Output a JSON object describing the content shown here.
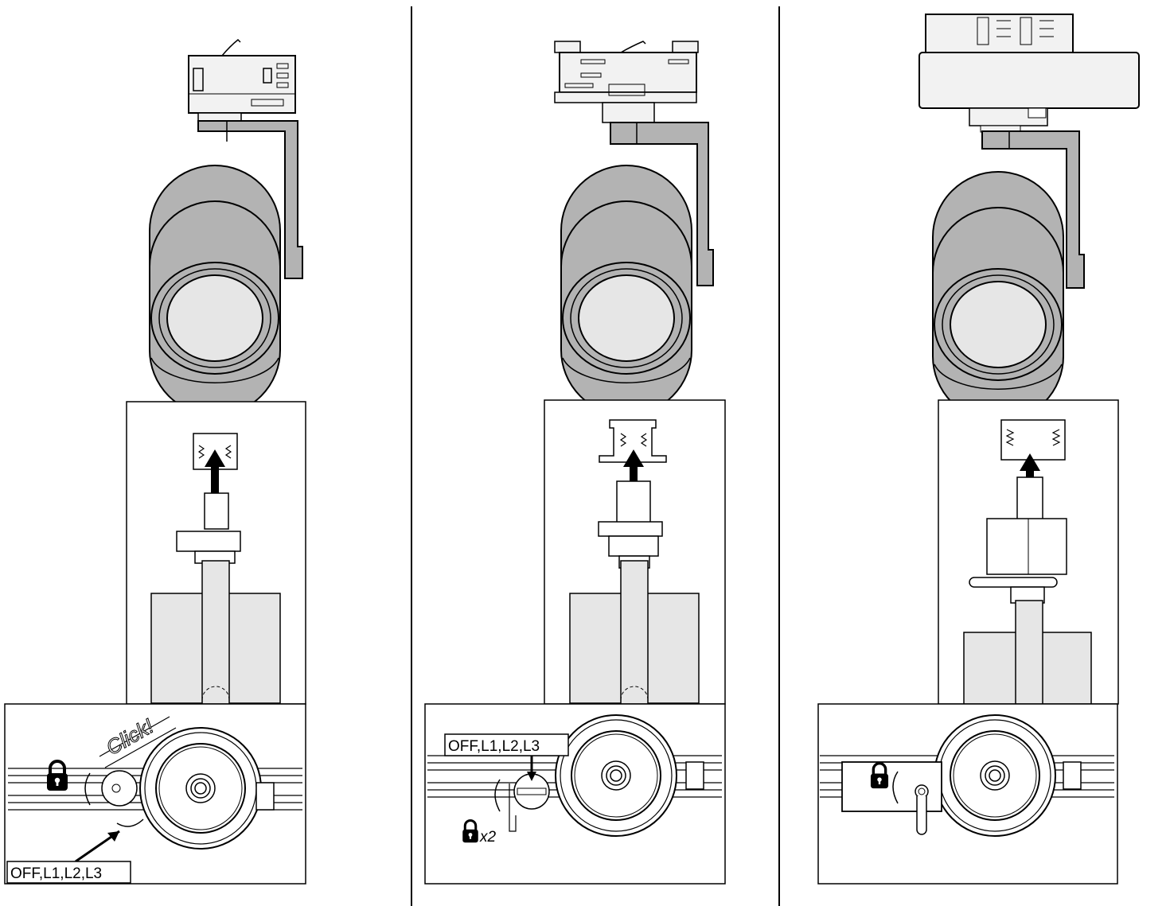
{
  "panels": [
    {
      "id": "panel-1",
      "switch_label": "OFF,L1,L2,L3",
      "click_text": "Click!",
      "lock_multiplier": ""
    },
    {
      "id": "panel-2",
      "switch_label": "OFF,L1,L2,L3",
      "click_text": "",
      "lock_multiplier": "x2"
    },
    {
      "id": "panel-3",
      "switch_label": "",
      "click_text": "",
      "lock_multiplier": ""
    }
  ],
  "colors": {
    "body_fill": "#b3b3b3",
    "light_fill": "#e6e6e6",
    "adapter_fill": "#f2f2f2",
    "line": "#000000"
  },
  "icons": [
    "padlock-icon",
    "arrow-up-icon",
    "rotate-arrow-icon"
  ]
}
